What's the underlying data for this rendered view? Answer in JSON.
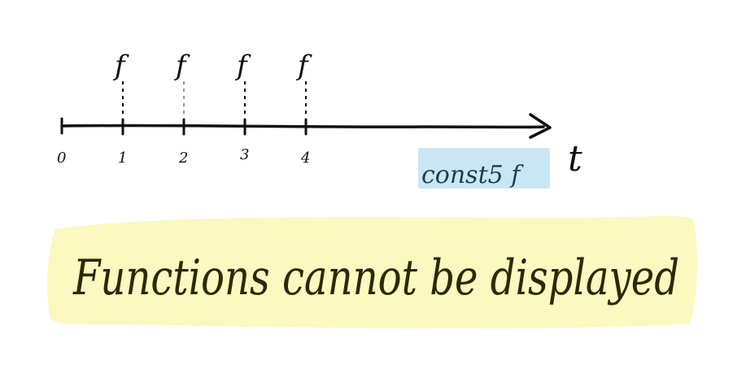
{
  "axis": {
    "label": "t",
    "ticks": [
      {
        "value": 0,
        "label": "0"
      },
      {
        "value": 1,
        "label": "1"
      },
      {
        "value": 2,
        "label": "2"
      },
      {
        "value": 3,
        "label": "3"
      },
      {
        "value": 4,
        "label": "4"
      }
    ]
  },
  "function_markers": [
    {
      "at": 1,
      "label": "f"
    },
    {
      "at": 2,
      "label": "f"
    },
    {
      "at": 3,
      "label": "f"
    },
    {
      "at": 4,
      "label": "f"
    }
  ],
  "const_box": {
    "text": "const5 f"
  },
  "banner": {
    "text": "Functions cannot be displayed"
  },
  "colors": {
    "ink": "#111111",
    "const_highlight": "#c9e6f5",
    "banner_highlight": "#fbf8c0",
    "dash_gray": "#9a9a9a"
  }
}
